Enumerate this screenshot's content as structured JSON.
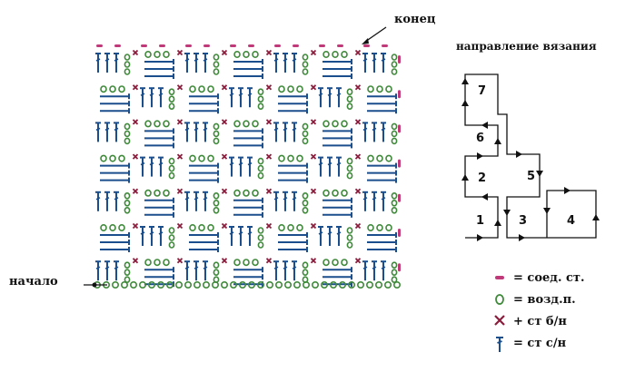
{
  "labels": {
    "end": "конец",
    "start": "начало",
    "direction": "направление вязания"
  },
  "legend": [
    {
      "symbol": "slip-stitch",
      "text": "= соед. ст."
    },
    {
      "symbol": "chain",
      "text": "= возд.п."
    },
    {
      "symbol": "single-crochet",
      "text": "+ ст б/н"
    },
    {
      "symbol": "double-crochet",
      "text": "= ст с/н"
    }
  ],
  "direction_blocks": [
    "1",
    "2",
    "3",
    "4",
    "5",
    "6",
    "7"
  ],
  "colors": {
    "stitch": "#1a4e8c",
    "chain": "#3f8a3a",
    "single_crochet": "#8a1c3c",
    "slip_stitch": "#c03a7a",
    "text": "#111111"
  }
}
